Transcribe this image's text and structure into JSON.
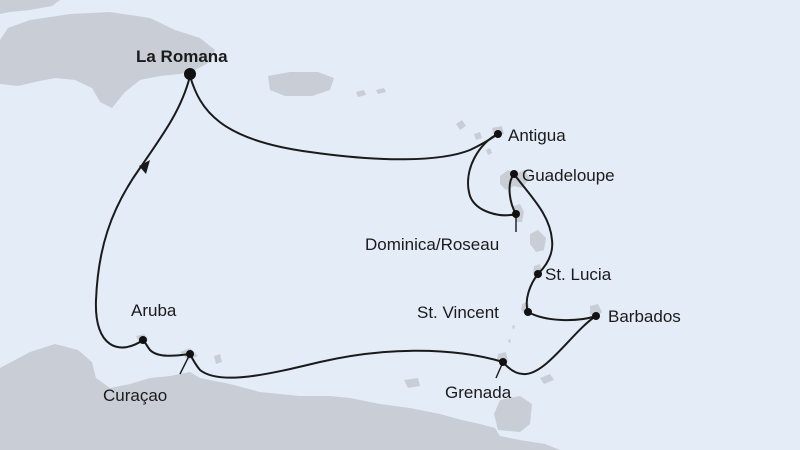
{
  "colors": {
    "water": "#e4ecf7",
    "land": "#c9ced6",
    "route": "#1a1a1a",
    "text": "#1b1b1b"
  },
  "ports": {
    "la_romana": "La Romana",
    "antigua": "Antigua",
    "guadeloupe": "Guadeloupe",
    "dominica": "Dominica/Roseau",
    "st_lucia": "St. Lucia",
    "st_vincent": "St. Vincent",
    "barbados": "Barbados",
    "grenada": "Grenada",
    "aruba": "Aruba",
    "curacao": "Curaçao"
  },
  "icons": {
    "port_marker": "dot-icon",
    "direction": "arrow-icon"
  }
}
